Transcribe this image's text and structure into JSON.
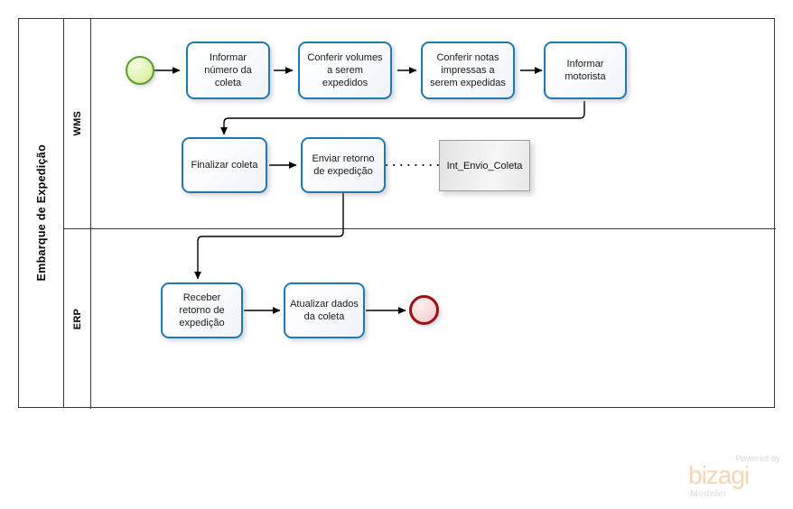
{
  "diagram": {
    "type": "bpmn",
    "pool": {
      "label": "Embarque de Expedição",
      "lanes": [
        {
          "id": "wms",
          "label": "WMS"
        },
        {
          "id": "erp",
          "label": "ERP"
        }
      ]
    },
    "events": {
      "start": {
        "name": "start-event",
        "lane": "wms"
      },
      "end": {
        "name": "end-event",
        "lane": "erp"
      }
    },
    "tasks": [
      {
        "id": "t1",
        "label": "Informar número da coleta",
        "lane": "wms"
      },
      {
        "id": "t2",
        "label": "Conferir volumes a serem expedidos",
        "lane": "wms"
      },
      {
        "id": "t3",
        "label": "Conferir notas impressas a serem expedidas",
        "lane": "wms"
      },
      {
        "id": "t4",
        "label": "Informar motorista",
        "lane": "wms"
      },
      {
        "id": "t5",
        "label": "Finalizar coleta",
        "lane": "wms"
      },
      {
        "id": "t6",
        "label": "Enviar retorno de expedição",
        "lane": "wms"
      },
      {
        "id": "t7",
        "label": "Receber retorno de expedição",
        "lane": "erp"
      },
      {
        "id": "t8",
        "label": "Atualizar dados da coleta",
        "lane": "erp"
      }
    ],
    "artifacts": [
      {
        "id": "d1",
        "label": "Int_Envio_Coleta",
        "lane": "wms",
        "kind": "data-object"
      }
    ],
    "flows": [
      {
        "from": "start",
        "to": "t1",
        "kind": "sequence"
      },
      {
        "from": "t1",
        "to": "t2",
        "kind": "sequence"
      },
      {
        "from": "t2",
        "to": "t3",
        "kind": "sequence"
      },
      {
        "from": "t3",
        "to": "t4",
        "kind": "sequence"
      },
      {
        "from": "t4",
        "to": "t5",
        "kind": "sequence"
      },
      {
        "from": "t5",
        "to": "t6",
        "kind": "sequence"
      },
      {
        "from": "t6",
        "to": "d1",
        "kind": "association"
      },
      {
        "from": "t6",
        "to": "t7",
        "kind": "sequence"
      },
      {
        "from": "t7",
        "to": "t8",
        "kind": "sequence"
      },
      {
        "from": "t8",
        "to": "end",
        "kind": "sequence"
      }
    ],
    "colors": {
      "task_border": "#2079ad",
      "start_border": "#5a9e28",
      "end_border": "#9b1015",
      "artifact_border": "#9a9a9a",
      "pool_border": "#3a3a3a",
      "connector": "#000000"
    }
  },
  "watermark": {
    "powered_by": "Powered by",
    "brand": "bizagi",
    "product": "Modeler",
    "brand_color": "#f7d5b0"
  }
}
